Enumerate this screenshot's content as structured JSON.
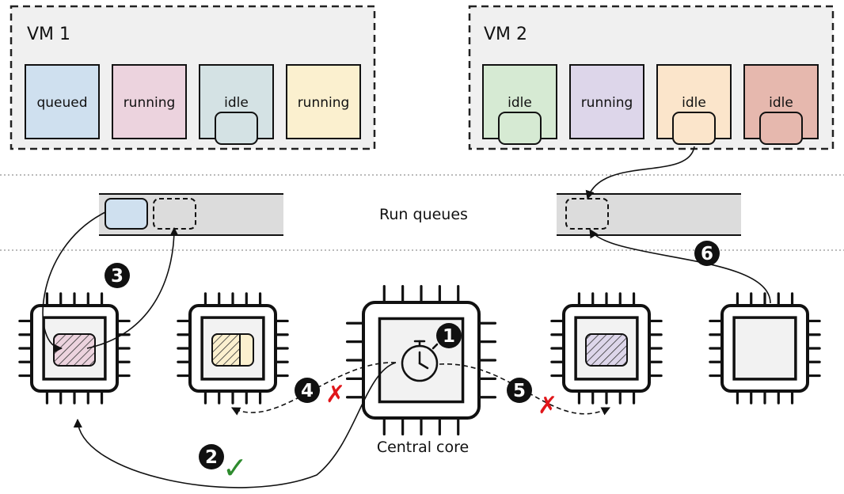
{
  "vm1": {
    "title": "VM 1",
    "vcpus": [
      {
        "label": "queued",
        "color": "#cfe0ef"
      },
      {
        "label": "running",
        "color": "#ecd3de"
      },
      {
        "label": "idle",
        "color": "#d4e2e4"
      },
      {
        "label": "running",
        "color": "#fbf0cf"
      }
    ]
  },
  "vm2": {
    "title": "VM 2",
    "vcpus": [
      {
        "label": "idle",
        "color": "#d6ead3"
      },
      {
        "label": "running",
        "color": "#ddd6ea"
      },
      {
        "label": "idle",
        "color": "#fbe5cb"
      },
      {
        "label": "idle",
        "color": "#e6b8ae"
      }
    ]
  },
  "run_queues_label": "Run queues",
  "central_core_label": "Central core",
  "steps": [
    "1",
    "2",
    "3",
    "4",
    "5",
    "6"
  ],
  "marks": {
    "success": "✓",
    "fail": "✗"
  },
  "icons": {
    "timer": "stopwatch-icon"
  }
}
